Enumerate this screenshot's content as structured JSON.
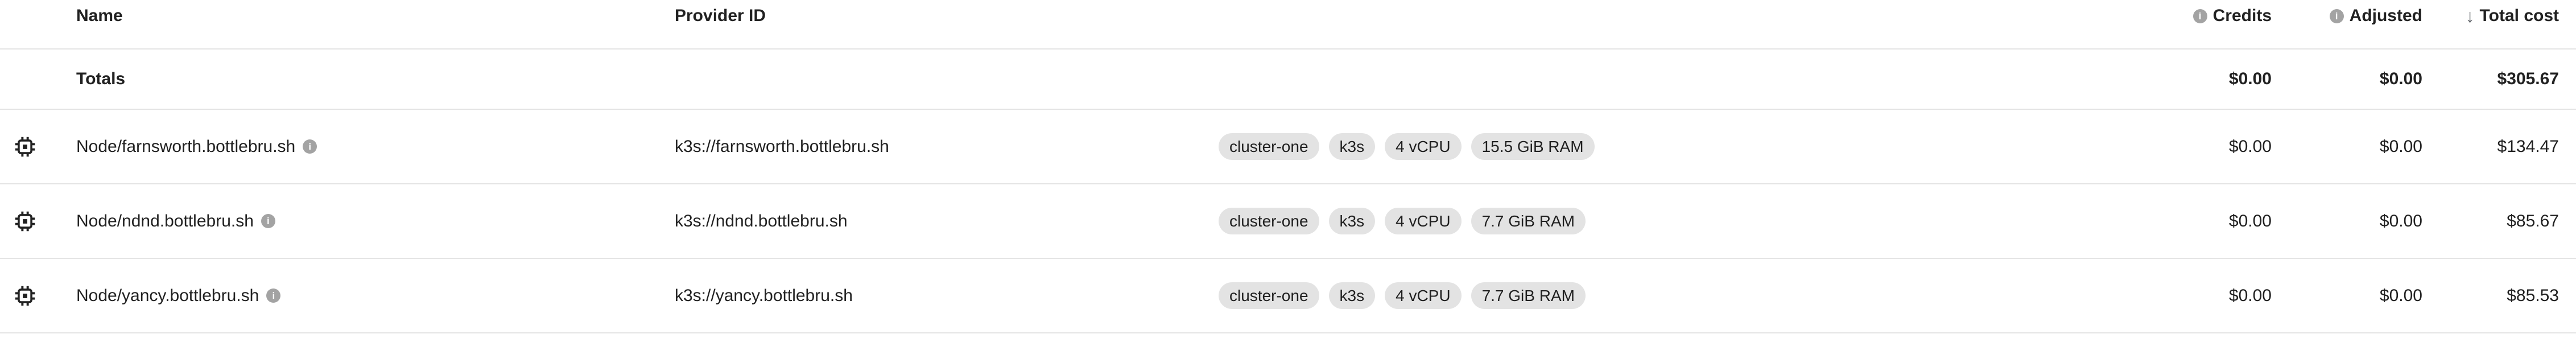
{
  "colors": {
    "text_primary": "#212121",
    "border": "#e4e4e4",
    "pill_background": "#e3e3e3",
    "info_icon": "#a3a3a3",
    "sort_arrow": "#5f6368"
  },
  "icons": {
    "node_icon": "cpu-chip-icon",
    "info_icon_glyph": "i",
    "sort_desc_glyph": "↓"
  },
  "table": {
    "columns": {
      "name": {
        "label": "Name"
      },
      "provider_id": {
        "label": "Provider ID"
      },
      "credits": {
        "label": "Credits",
        "has_info_icon": true
      },
      "adjusted": {
        "label": "Adjusted",
        "has_info_icon": true
      },
      "total_cost": {
        "label": "Total cost",
        "sorted": "desc"
      }
    },
    "totals_row": {
      "label": "Totals",
      "credits": "$0.00",
      "adjusted": "$0.00",
      "total_cost": "$305.67"
    },
    "rows": [
      {
        "name": "Node/farnsworth.bottlebru.sh",
        "provider_id": "k3s://farnsworth.bottlebru.sh",
        "tags": [
          "cluster-one",
          "k3s",
          "4 vCPU",
          "15.5 GiB RAM"
        ],
        "credits": "$0.00",
        "adjusted": "$0.00",
        "total_cost": "$134.47"
      },
      {
        "name": "Node/ndnd.bottlebru.sh",
        "provider_id": "k3s://ndnd.bottlebru.sh",
        "tags": [
          "cluster-one",
          "k3s",
          "4 vCPU",
          "7.7 GiB RAM"
        ],
        "credits": "$0.00",
        "adjusted": "$0.00",
        "total_cost": "$85.67"
      },
      {
        "name": "Node/yancy.bottlebru.sh",
        "provider_id": "k3s://yancy.bottlebru.sh",
        "tags": [
          "cluster-one",
          "k3s",
          "4 vCPU",
          "7.7 GiB RAM"
        ],
        "credits": "$0.00",
        "adjusted": "$0.00",
        "total_cost": "$85.53"
      }
    ]
  }
}
